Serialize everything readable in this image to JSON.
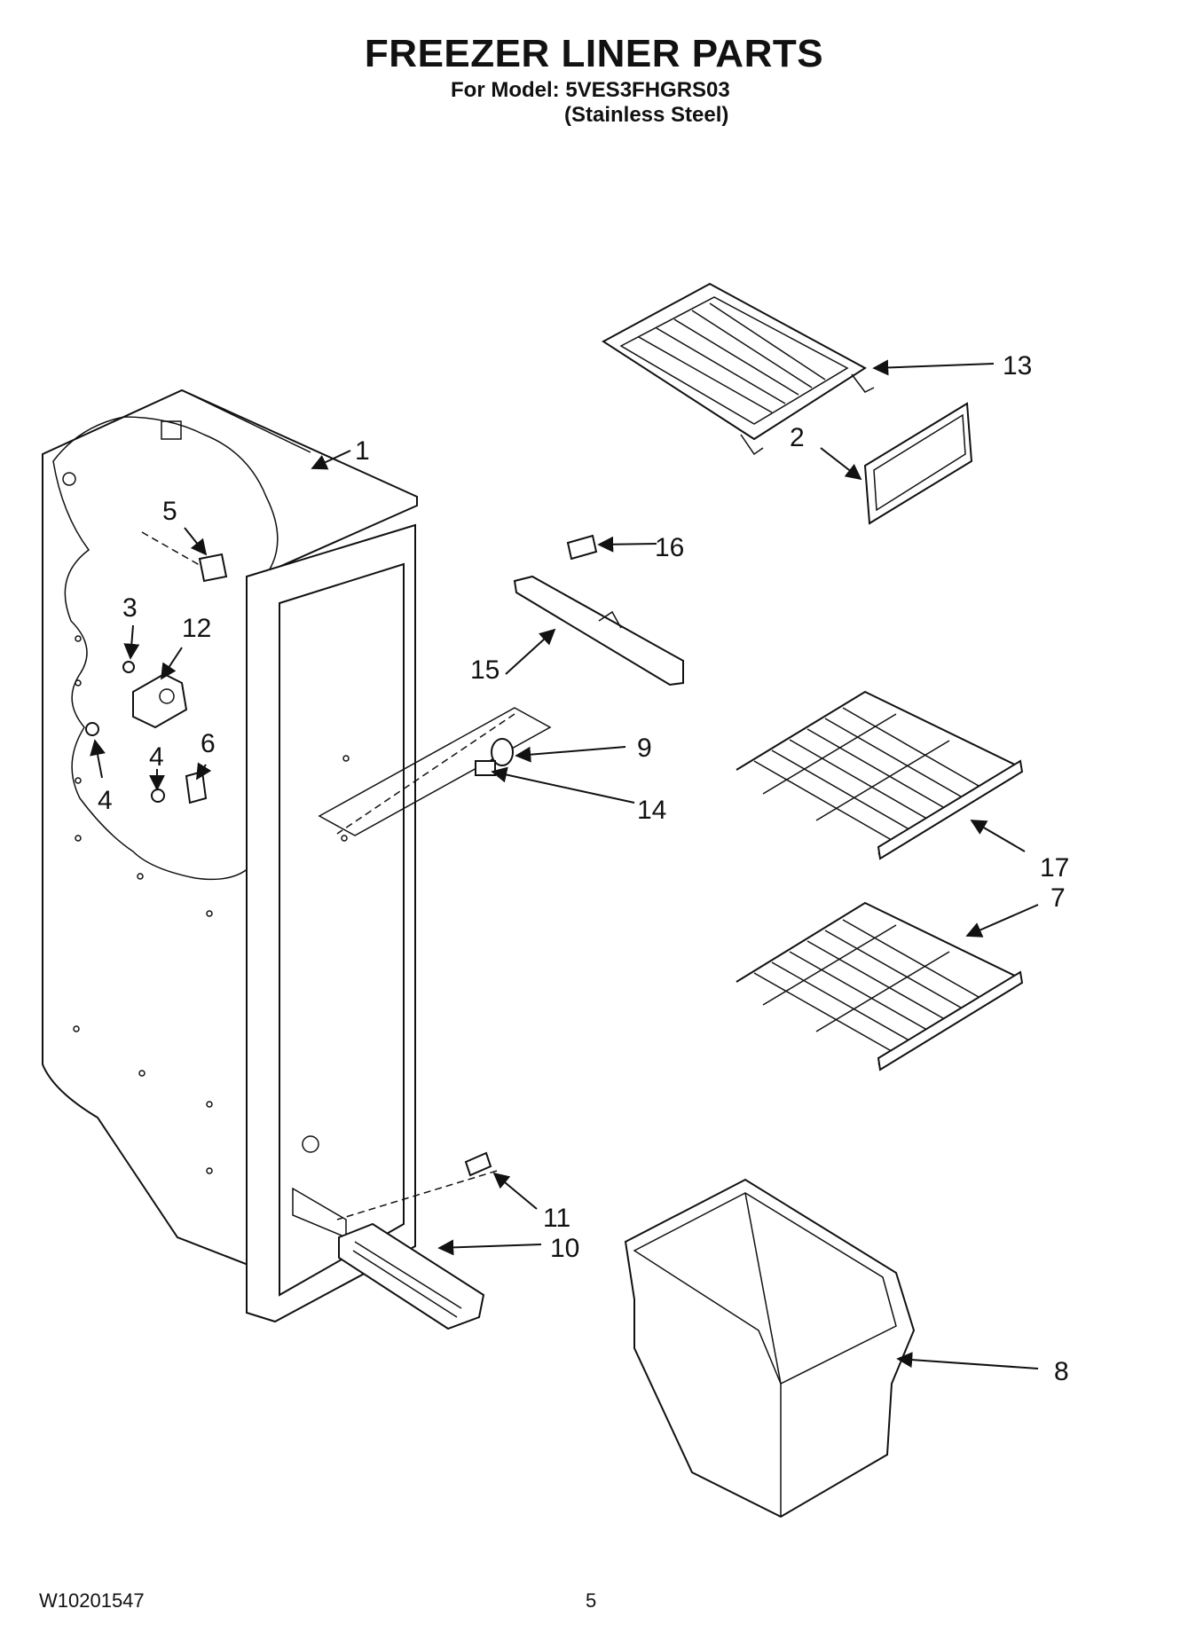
{
  "title": "FREEZER LINER PARTS",
  "model_line": "For Model: 5VES3FHGRS03",
  "model_variant": "(Stainless Steel)",
  "doc_number": "W10201547",
  "page_number": "5",
  "callouts": [
    {
      "id": "1",
      "label": "1"
    },
    {
      "id": "2",
      "label": "2"
    },
    {
      "id": "3",
      "label": "3"
    },
    {
      "id": "4a",
      "label": "4"
    },
    {
      "id": "4b",
      "label": "4"
    },
    {
      "id": "5",
      "label": "5"
    },
    {
      "id": "6",
      "label": "6"
    },
    {
      "id": "7",
      "label": "7"
    },
    {
      "id": "8",
      "label": "8"
    },
    {
      "id": "9",
      "label": "9"
    },
    {
      "id": "10",
      "label": "10"
    },
    {
      "id": "11",
      "label": "11"
    },
    {
      "id": "12",
      "label": "12"
    },
    {
      "id": "13",
      "label": "13"
    },
    {
      "id": "14",
      "label": "14"
    },
    {
      "id": "15",
      "label": "15"
    },
    {
      "id": "16",
      "label": "16"
    },
    {
      "id": "17",
      "label": "17"
    }
  ]
}
